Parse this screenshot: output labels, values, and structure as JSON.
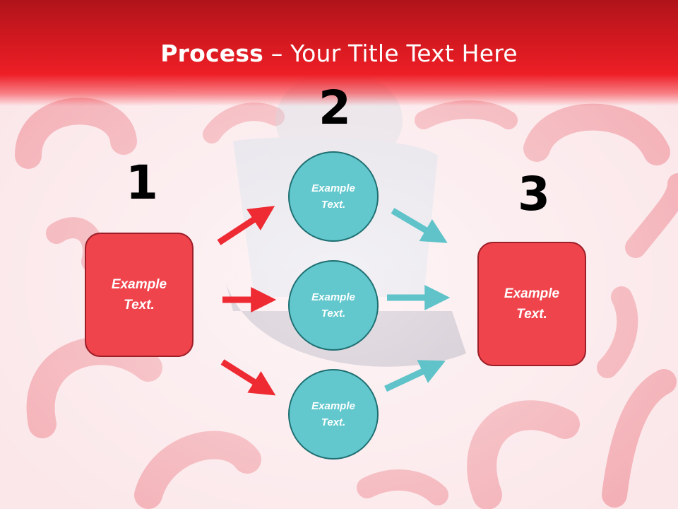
{
  "title": {
    "bold": "Process",
    "rest": " – Your Title Text Here"
  },
  "steps": [
    "1",
    "2",
    "3"
  ],
  "boxes": {
    "left": [
      "Example",
      "Text."
    ],
    "right": [
      "Example",
      "Text."
    ]
  },
  "circles": [
    [
      "Example",
      "Text."
    ],
    [
      "Example",
      "Text."
    ],
    [
      "Example",
      "Text."
    ]
  ],
  "colors": {
    "header": "#d7191f",
    "box_fill": "#f0444d",
    "box_border": "#9c1e27",
    "circle_fill": "#62c8cd",
    "circle_border": "#1f6f72",
    "arrow_red": "#ee2a33",
    "arrow_teal": "#5fc3c9"
  }
}
